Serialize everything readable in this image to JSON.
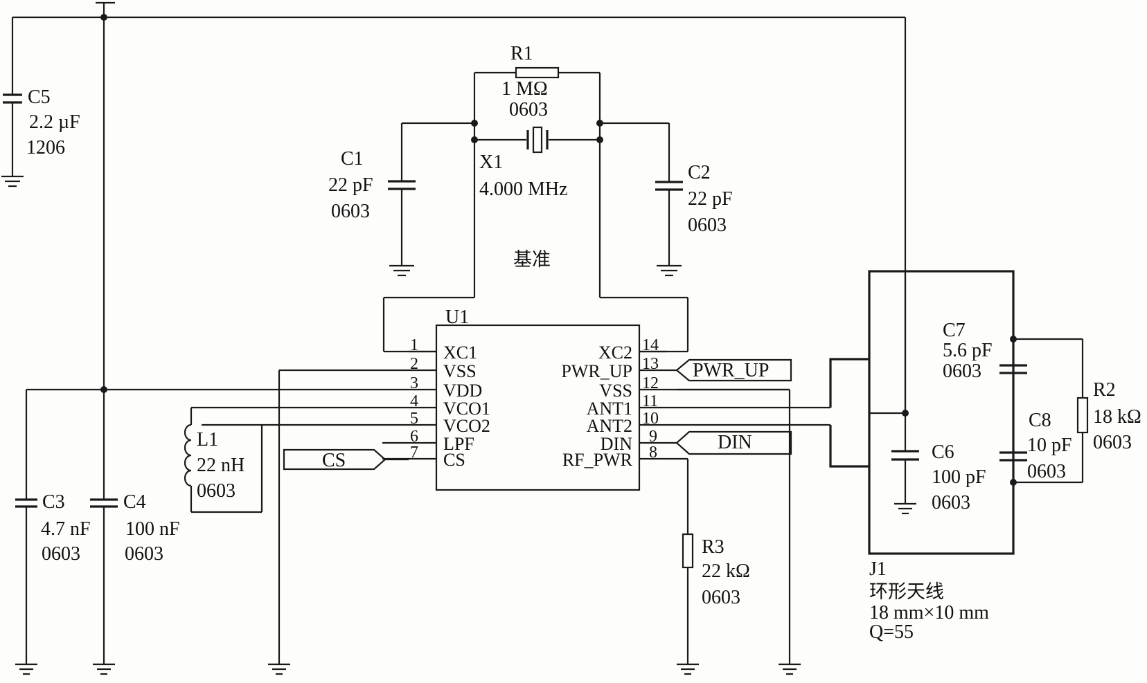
{
  "components": {
    "C5": {
      "ref": "C5",
      "value": "2.2 µF",
      "package": "1206"
    },
    "R1": {
      "ref": "R1",
      "value": "1 MΩ",
      "package": "0603"
    },
    "C1": {
      "ref": "C1",
      "value": "22 pF",
      "package": "0603"
    },
    "X1": {
      "ref": "X1",
      "value": "4.000 MHz"
    },
    "C2": {
      "ref": "C2",
      "value": "22 pF",
      "package": "0603"
    },
    "C3": {
      "ref": "C3",
      "value": "4.7 nF",
      "package": "0603"
    },
    "C4": {
      "ref": "C4",
      "value": "100 nF",
      "package": "0603"
    },
    "L1": {
      "ref": "L1",
      "value": "22 nH",
      "package": "0603"
    },
    "R3": {
      "ref": "R3",
      "value": "22 kΩ",
      "package": "0603"
    },
    "C7": {
      "ref": "C7",
      "value": "5.6 pF",
      "package": "0603"
    },
    "C8": {
      "ref": "C8",
      "value": "10 pF",
      "package": "0603"
    },
    "C6": {
      "ref": "C6",
      "value": "100 pF",
      "package": "0603"
    },
    "R2": {
      "ref": "R2",
      "value": "18 kΩ",
      "package": "0603"
    }
  },
  "reference_label": "基准",
  "u1": {
    "ref": "U1",
    "left_pins": [
      {
        "num": "1",
        "name": "XC1"
      },
      {
        "num": "2",
        "name": "VSS"
      },
      {
        "num": "3",
        "name": "VDD"
      },
      {
        "num": "4",
        "name": "VCO1"
      },
      {
        "num": "5",
        "name": "VCO2"
      },
      {
        "num": "6",
        "name": "LPF"
      },
      {
        "num": "7",
        "name": "CS"
      }
    ],
    "right_pins": [
      {
        "num": "14",
        "name": "XC2"
      },
      {
        "num": "13",
        "name": "PWR_UP"
      },
      {
        "num": "12",
        "name": "VSS"
      },
      {
        "num": "11",
        "name": "ANT1"
      },
      {
        "num": "10",
        "name": "ANT2"
      },
      {
        "num": "9",
        "name": "DIN"
      },
      {
        "num": "8",
        "name": "RF_PWR"
      }
    ]
  },
  "net_labels": {
    "pwr_up": "PWR_UP",
    "din": "DIN",
    "cs": "CS"
  },
  "antenna": {
    "ref": "J1",
    "name": "环形天线",
    "size": "18 mm×10 mm",
    "q": "Q=55"
  }
}
